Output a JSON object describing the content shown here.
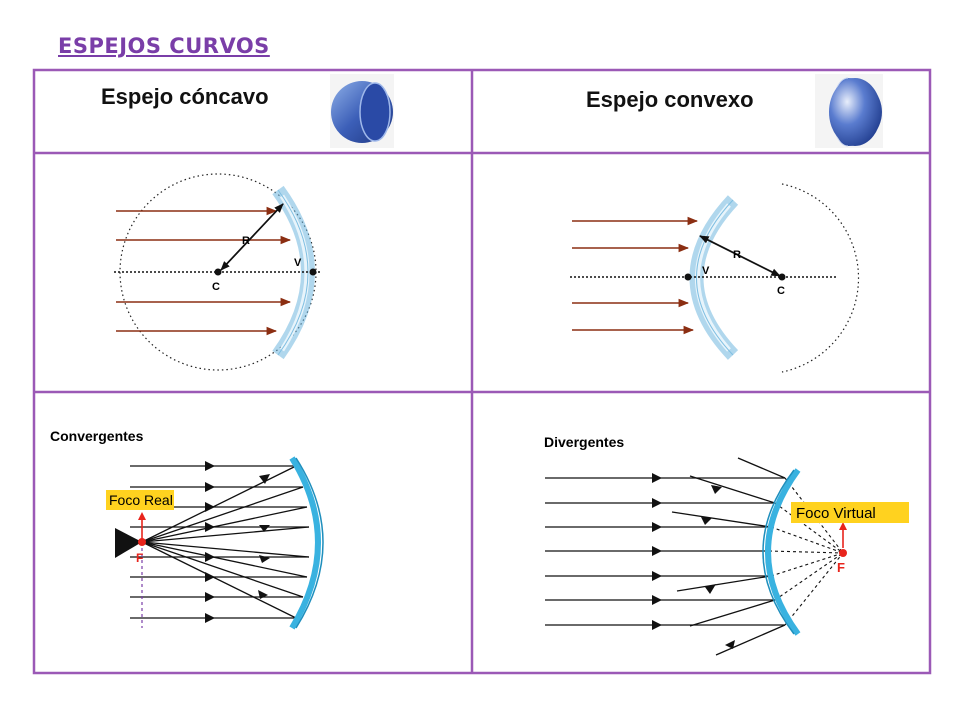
{
  "page": {
    "title": "ESPEJOS CURVOS"
  },
  "concave": {
    "header": "Espejo cóncavo",
    "label_radius": "R",
    "label_center": "C",
    "label_vertex": "V",
    "section_label": "Convergentes",
    "focus_tag": "Foco Real",
    "focus_letter": "F"
  },
  "convex": {
    "header": "Espejo convexo",
    "label_radius": "R",
    "label_center": "C",
    "label_vertex": "V",
    "section_label": "Divergentes",
    "focus_tag": "Foco Virtual",
    "focus_letter": "F"
  },
  "colors": {
    "frame": "#9b59b6",
    "title": "#7a3ea8",
    "incident_ray": "#8b2e12",
    "mirror_light": "#c9e4f3",
    "mirror_edge": "#6fb6de",
    "mirror_strong": "#39b2e0",
    "focus_tag_bg": "#ffd21f",
    "focus_red": "#e8241c"
  }
}
